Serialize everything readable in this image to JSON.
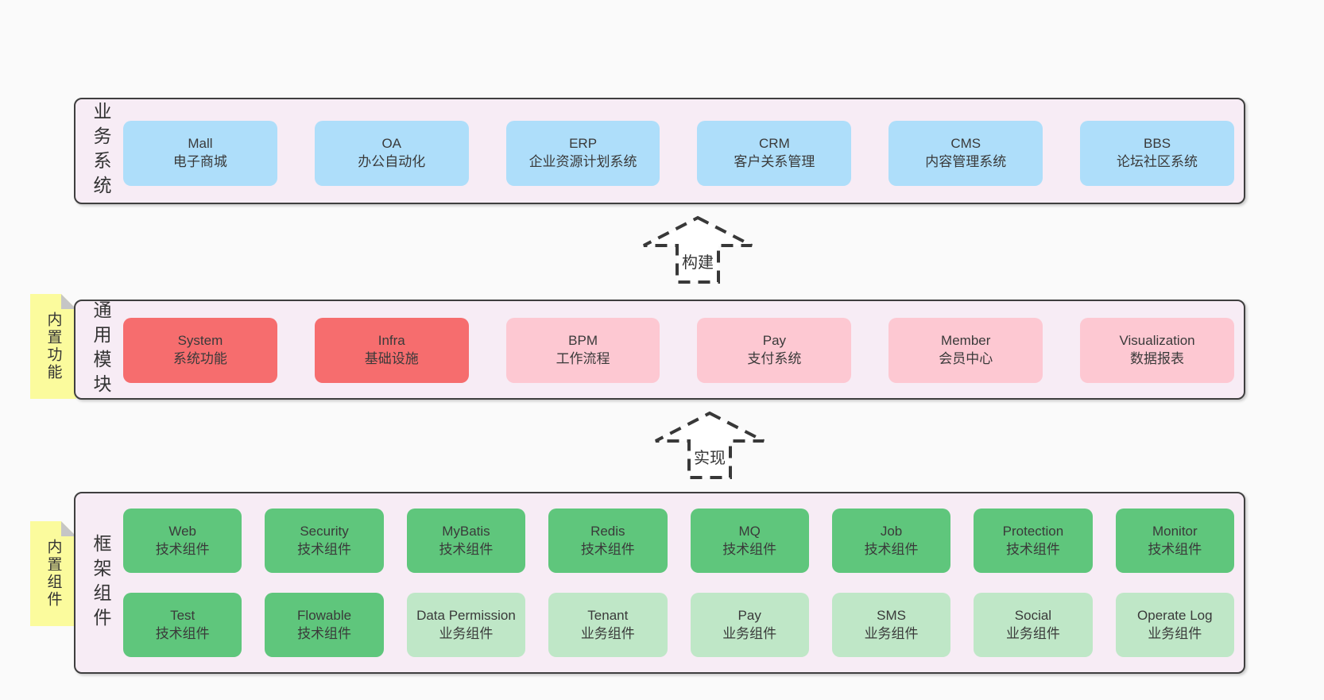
{
  "palette": {
    "blue": "#aedefa",
    "red": "#f66d6e",
    "pink": "#fdc8d2",
    "green": "#5fc67c",
    "lightgreen": "#bfe7c7",
    "container_bg": "#f7ecf5",
    "container_border": "#3f3f3f",
    "page_bg": "#fafafa",
    "tag_yellow": "#fbfb9d",
    "tag_fold_gray": "#c6c6c6",
    "text": "#383838"
  },
  "arrows": [
    {
      "label": "构建"
    },
    {
      "label": "实现"
    }
  ],
  "layers": [
    {
      "label": "业务系统",
      "boxes": [
        {
          "title": "Mall",
          "subtitle": "电子商城",
          "color": "blue"
        },
        {
          "title": "OA",
          "subtitle": "办公自动化",
          "color": "blue"
        },
        {
          "title": "ERP",
          "subtitle": "企业资源计划系统",
          "color": "blue"
        },
        {
          "title": "CRM",
          "subtitle": "客户关系管理",
          "color": "blue"
        },
        {
          "title": "CMS",
          "subtitle": "内容管理系统",
          "color": "blue"
        },
        {
          "title": "BBS",
          "subtitle": "论坛社区系统",
          "color": "blue"
        }
      ]
    },
    {
      "label": "通用模块",
      "tag": "内置功能",
      "boxes": [
        {
          "title": "System",
          "subtitle": "系统功能",
          "color": "red"
        },
        {
          "title": "Infra",
          "subtitle": "基础设施",
          "color": "red"
        },
        {
          "title": "BPM",
          "subtitle": "工作流程",
          "color": "pink"
        },
        {
          "title": "Pay",
          "subtitle": "支付系统",
          "color": "pink"
        },
        {
          "title": "Member",
          "subtitle": "会员中心",
          "color": "pink"
        },
        {
          "title": "Visualization",
          "subtitle": "数据报表",
          "color": "pink"
        }
      ]
    },
    {
      "label": "框架组件",
      "tag": "内置组件",
      "rows": [
        [
          {
            "title": "Web",
            "subtitle": "技术组件",
            "color": "green"
          },
          {
            "title": "Security",
            "subtitle": "技术组件",
            "color": "green"
          },
          {
            "title": "MyBatis",
            "subtitle": "技术组件",
            "color": "green"
          },
          {
            "title": "Redis",
            "subtitle": "技术组件",
            "color": "green"
          },
          {
            "title": "MQ",
            "subtitle": "技术组件",
            "color": "green"
          },
          {
            "title": "Job",
            "subtitle": "技术组件",
            "color": "green"
          },
          {
            "title": "Protection",
            "subtitle": "技术组件",
            "color": "green"
          },
          {
            "title": "Monitor",
            "subtitle": "技术组件",
            "color": "green"
          }
        ],
        [
          {
            "title": "Test",
            "subtitle": "技术组件",
            "color": "green"
          },
          {
            "title": "Flowable",
            "subtitle": "技术组件",
            "color": "green"
          },
          {
            "title": "Data Permission",
            "subtitle": "业务组件",
            "color": "lightgreen"
          },
          {
            "title": "Tenant",
            "subtitle": "业务组件",
            "color": "lightgreen"
          },
          {
            "title": "Pay",
            "subtitle": "业务组件",
            "color": "lightgreen"
          },
          {
            "title": "SMS",
            "subtitle": "业务组件",
            "color": "lightgreen"
          },
          {
            "title": "Social",
            "subtitle": "业务组件",
            "color": "lightgreen"
          },
          {
            "title": "Operate Log",
            "subtitle": "业务组件",
            "color": "lightgreen"
          }
        ]
      ]
    }
  ]
}
